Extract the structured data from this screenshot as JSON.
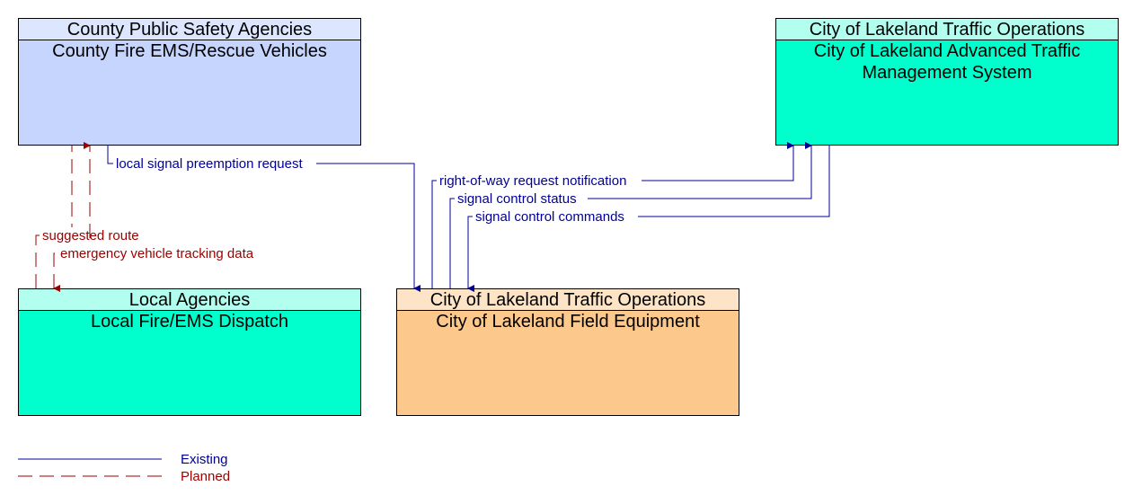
{
  "colors": {
    "existing": "#000099",
    "planned": "#990000",
    "county_vehicle_fill": "#c6d5fd",
    "center_fill": "#00ffcc",
    "field_fill": "#fcc88c"
  },
  "nodes": {
    "county_vehicles": {
      "owner": "County Public Safety Agencies",
      "name": "County Fire EMS/Rescue Vehicles"
    },
    "lakeland_atms": {
      "owner": "City of Lakeland Traffic Operations",
      "name": "City of Lakeland Advanced Traffic Management System"
    },
    "local_dispatch": {
      "owner": "Local Agencies",
      "name": "Local Fire/EMS Dispatch"
    },
    "lakeland_field": {
      "owner": "City of Lakeland Traffic Operations",
      "name": "City of Lakeland Field Equipment"
    }
  },
  "flows": {
    "preemption": "local signal preemption request",
    "row_notification": "right-of-way request notification",
    "signal_status": "signal control status",
    "signal_commands": "signal control commands",
    "suggested_route": "suggested route",
    "vehicle_tracking": "emergency vehicle tracking data"
  },
  "legend": {
    "existing": "Existing",
    "planned": "Planned"
  }
}
